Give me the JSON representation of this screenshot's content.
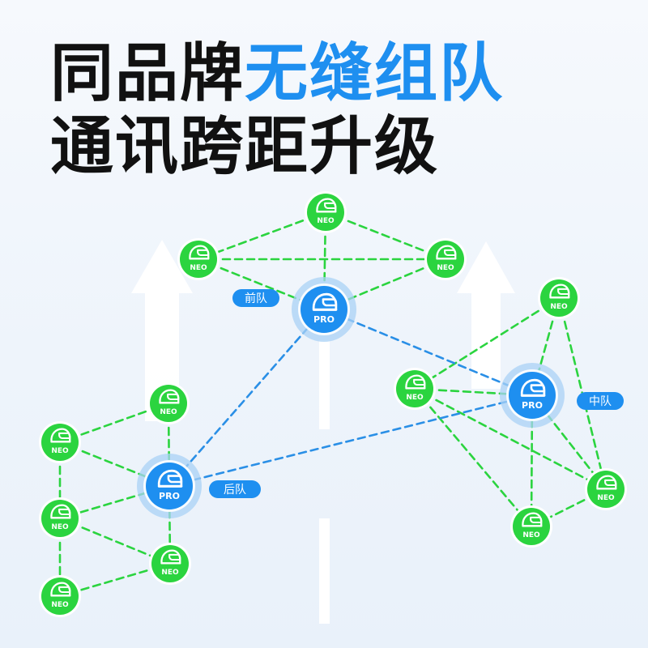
{
  "headline": {
    "line1_part1": "同品牌",
    "line1_part2": "无缝组队",
    "line2": "通讯跨距升级"
  },
  "colors": {
    "accent": "#1e8ff0",
    "neo_fill": "#2bd43f",
    "neo_ring": "#ffffff",
    "pro_fill": "#1e8ff0",
    "pro_halo": "#a9d1f5",
    "green_link": "#2bd43f",
    "blue_link": "#2a8fe6",
    "tag_fill": "#1e8ff0"
  },
  "node_labels": {
    "neo": "NEO",
    "pro": "PRO"
  },
  "teams": {
    "front": "前队",
    "middle": "中队",
    "rear": "后队"
  }
}
